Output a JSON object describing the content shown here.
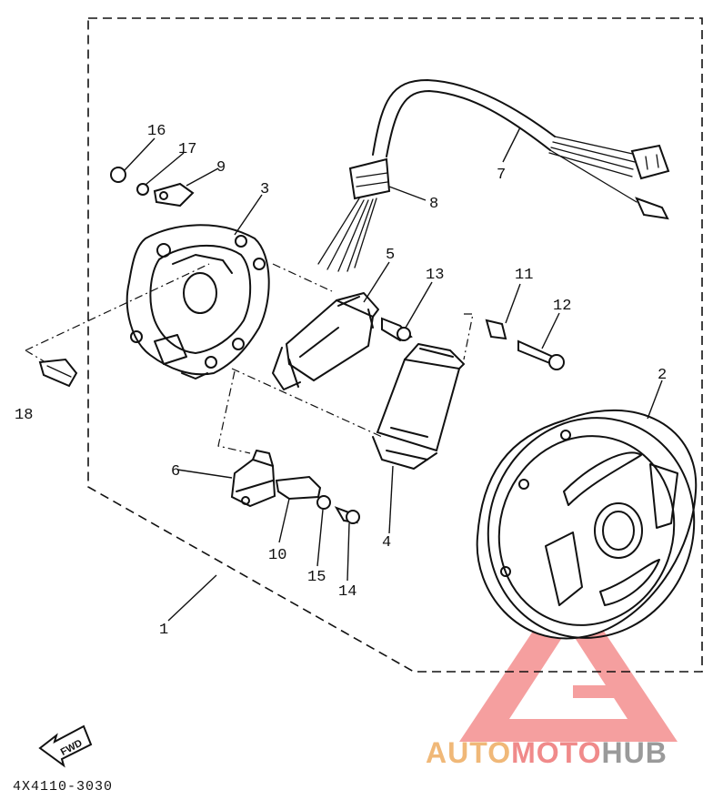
{
  "parts": [
    {
      "id": "1",
      "label": "1"
    },
    {
      "id": "2",
      "label": "2"
    },
    {
      "id": "3",
      "label": "3"
    },
    {
      "id": "4",
      "label": "4"
    },
    {
      "id": "5",
      "label": "5"
    },
    {
      "id": "6",
      "label": "6"
    },
    {
      "id": "7",
      "label": "7"
    },
    {
      "id": "8",
      "label": "8"
    },
    {
      "id": "9",
      "label": "9"
    },
    {
      "id": "10",
      "label": "10"
    },
    {
      "id": "11",
      "label": "11"
    },
    {
      "id": "12",
      "label": "12"
    },
    {
      "id": "13",
      "label": "13"
    },
    {
      "id": "14",
      "label": "14"
    },
    {
      "id": "15",
      "label": "15"
    },
    {
      "id": "16",
      "label": "16"
    },
    {
      "id": "17",
      "label": "17"
    },
    {
      "id": "18",
      "label": "18"
    }
  ],
  "fwd_label": "FWD",
  "diagram_code": "4X4110-3030",
  "watermark": {
    "part1": "AUTO",
    "part2": "MOTO",
    "part3": "HUB",
    "colors": {
      "auto": "#f0b878",
      "moto": "#f08a8a",
      "hub": "#9a9a9a",
      "logo": "#f28080"
    }
  }
}
